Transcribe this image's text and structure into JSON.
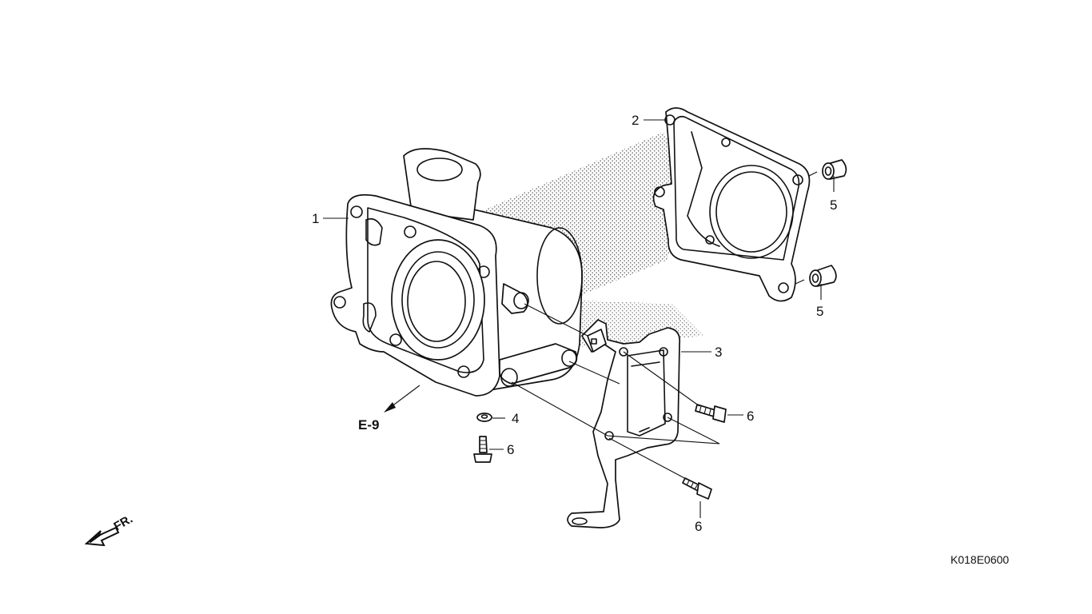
{
  "diagram": {
    "code": "K018E0600",
    "reference": "E-9",
    "front_label": "FR.",
    "callouts": {
      "c1": "1",
      "c2": "2",
      "c3": "3",
      "c4": "4",
      "c5a": "5",
      "c5b": "5",
      "c6a": "6",
      "c6b": "6",
      "c6c": "6"
    }
  }
}
